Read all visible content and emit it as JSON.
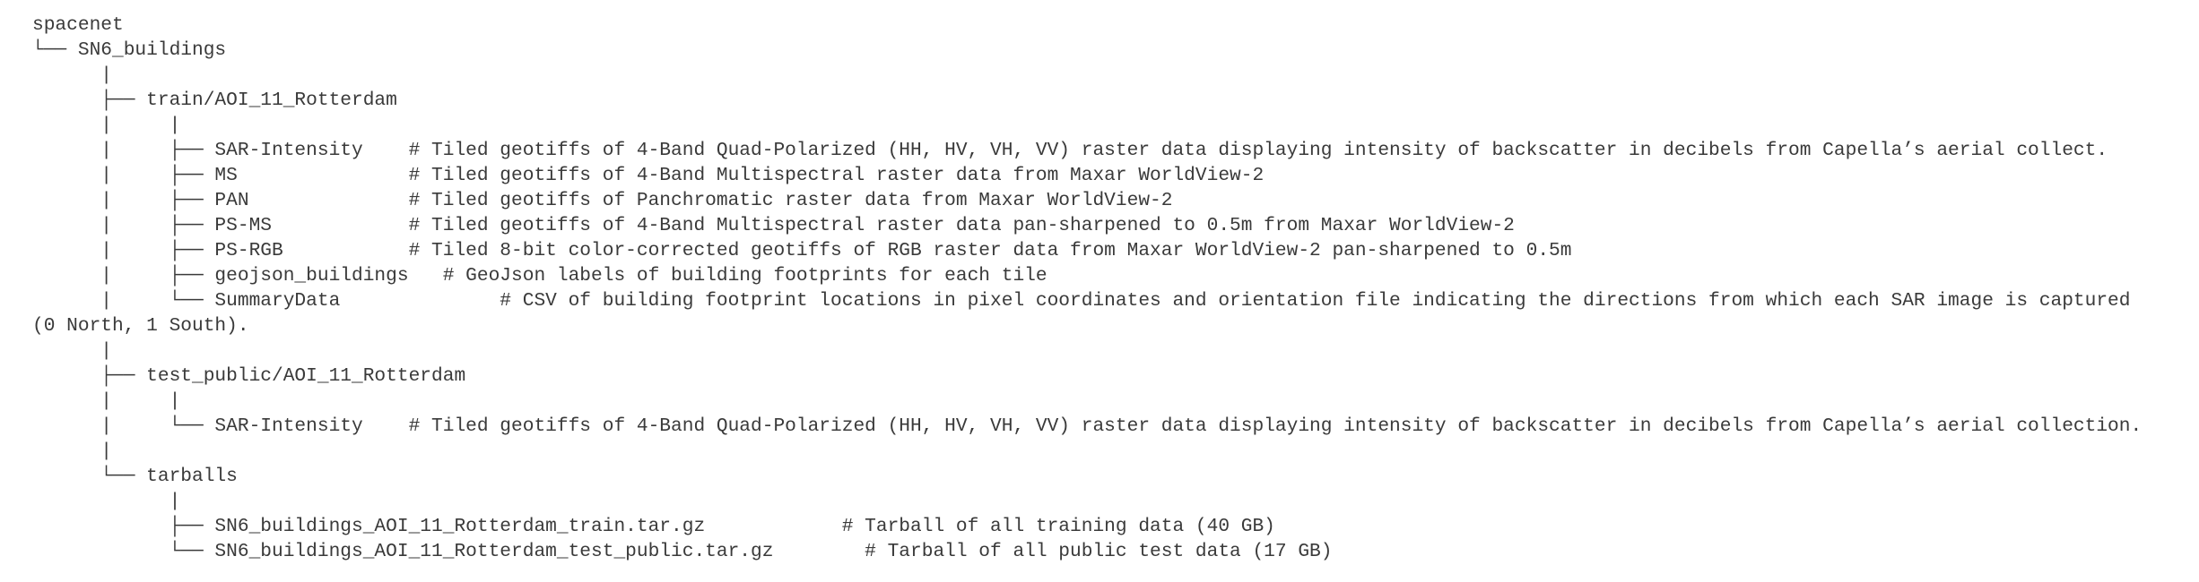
{
  "tree": {
    "lines": [
      "spacenet",
      "└── SN6_buildings",
      "      |",
      "      ├── train/AOI_11_Rotterdam",
      "      |     |",
      "      |     ├── SAR-Intensity    # Tiled geotiffs of 4-Band Quad-Polarized (HH, HV, VH, VV) raster data displaying intensity of backscatter in decibels from Capella’s aerial collect.",
      "      |     ├── MS               # Tiled geotiffs of 4-Band Multispectral raster data from Maxar WorldView-2",
      "      |     ├── PAN              # Tiled geotiffs of Panchromatic raster data from Maxar WorldView-2",
      "      |     ├── PS-MS            # Tiled geotiffs of 4-Band Multispectral raster data pan-sharpened to 0.5m from Maxar WorldView-2",
      "      |     ├── PS-RGB           # Tiled 8-bit color-corrected geotiffs of RGB raster data from Maxar WorldView-2 pan-sharpened to 0.5m",
      "      |     ├── geojson_buildings   # GeoJson labels of building footprints for each tile",
      "      |     └── SummaryData              # CSV of building footprint locations in pixel coordinates and orientation file indicating the directions from which each SAR image is captured",
      "(0 North, 1 South).",
      "      |",
      "      ├── test_public/AOI_11_Rotterdam",
      "      |     |",
      "      |     └── SAR-Intensity    # Tiled geotiffs of 4-Band Quad-Polarized (HH, HV, VH, VV) raster data displaying intensity of backscatter in decibels from Capella’s aerial collection.",
      "      |",
      "      └── tarballs",
      "            |",
      "            ├── SN6_buildings_AOI_11_Rotterdam_train.tar.gz            # Tarball of all training data (40 GB)",
      "            └── SN6_buildings_AOI_11_Rotterdam_test_public.tar.gz        # Tarball of all public test data (17 GB)"
    ]
  }
}
